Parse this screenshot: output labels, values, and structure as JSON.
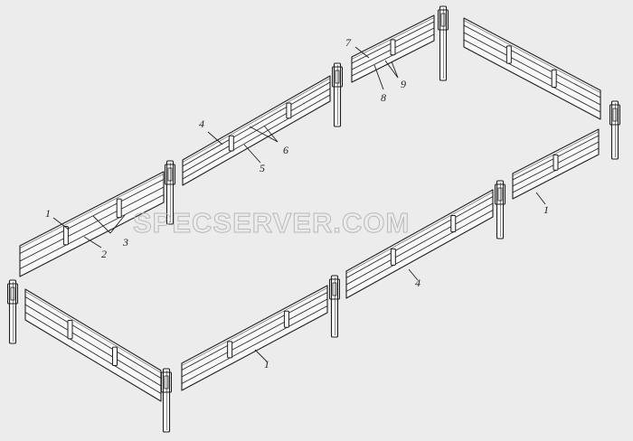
{
  "diagram": {
    "panel_labels": [
      "1",
      "2",
      "3",
      "4",
      "5",
      "6",
      "7",
      "8",
      "9",
      "1",
      "4",
      "1"
    ],
    "watermark": "SPECSERVER.COM"
  },
  "colors": {
    "background": "#ececec",
    "board_fill": "#fafafa",
    "stroke": "#1e1e1e",
    "watermark": "#b9b9b9"
  }
}
